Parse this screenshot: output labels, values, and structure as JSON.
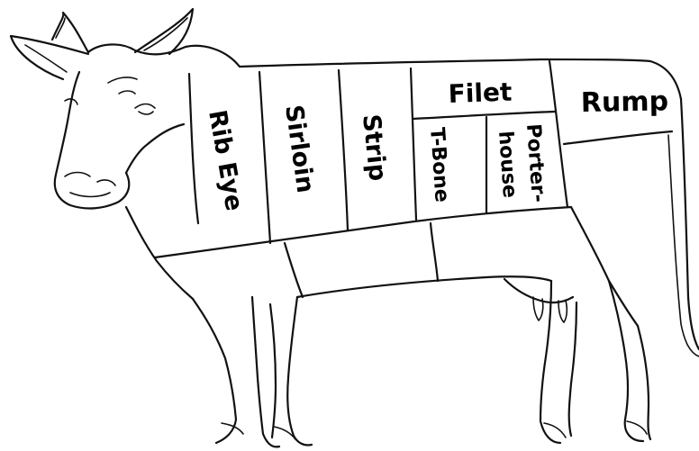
{
  "diagram": {
    "cuts": [
      {
        "id": "rib-eye",
        "label": "Rib Eye"
      },
      {
        "id": "sirloin",
        "label": "Sirloin"
      },
      {
        "id": "strip",
        "label": "Strip"
      },
      {
        "id": "filet",
        "label": "Filet"
      },
      {
        "id": "t-bone",
        "label": "T-Bone"
      },
      {
        "id": "porterhouse-line1",
        "label": "Porter-"
      },
      {
        "id": "porterhouse-line2",
        "label": "house"
      },
      {
        "id": "rump",
        "label": "Rump"
      }
    ],
    "colors": {
      "line": "#111111",
      "text": "#000000",
      "background": "#ffffff"
    }
  }
}
